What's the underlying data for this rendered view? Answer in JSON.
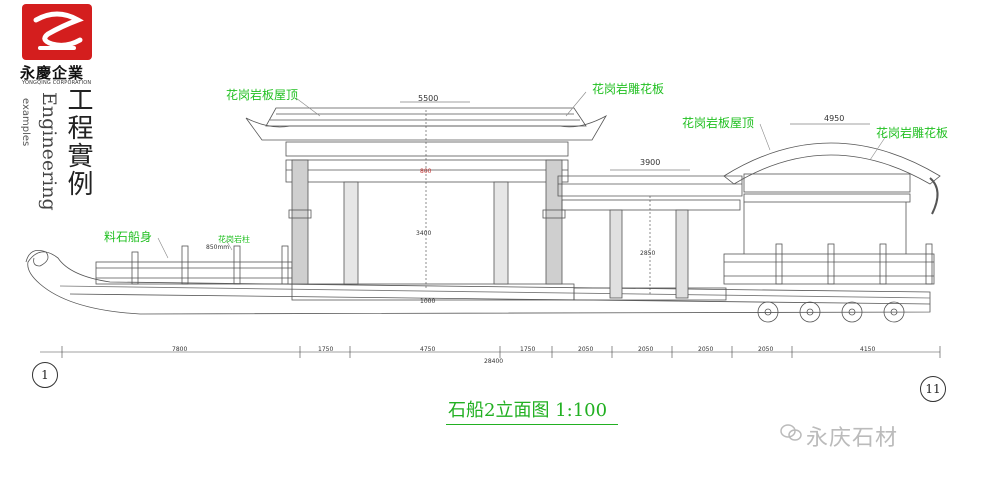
{
  "brand": {
    "name_cn": "永慶企業",
    "name_en": "YONGQING CORPORATION",
    "engineering_cn": "工程實例",
    "engineering_en": "Engineering",
    "examples_en": "examples",
    "logo_color": "#d41e1e"
  },
  "labels": {
    "roof_left": "花岗岩板屋顶",
    "carving_center": "花岗岩雕花板",
    "roof_right": "花岗岩板屋顶",
    "carving_right": "花岗岩雕花板",
    "hull": "料石船身",
    "pillar": "花岗岩柱",
    "label_color": "#22c022"
  },
  "dimensions": {
    "top_left": "5500",
    "top_mid": "3900",
    "top_right": "4950",
    "height_main": "3400",
    "height_mid": "2850",
    "base": "1000",
    "total": "28400",
    "small_rail": "850mm",
    "center_mark": "800",
    "bottom": [
      "7800",
      "1750",
      "4750",
      "1750",
      "2050",
      "2050",
      "2050",
      "2050",
      "4150"
    ]
  },
  "axes": {
    "left": "1",
    "right": "11"
  },
  "title": "石船2立面图 1:100",
  "watermark": "永庆石材"
}
